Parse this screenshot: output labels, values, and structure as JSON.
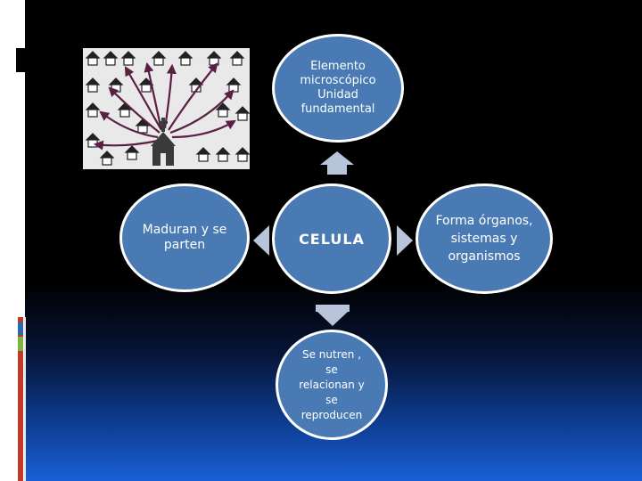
{
  "diagram": {
    "top": {
      "line1": "Elemento microscópico",
      "line2": "Unidad fundamental"
    },
    "center": {
      "label": "CELULA"
    },
    "left": {
      "label": "Maduran y se parten"
    },
    "right": {
      "label": "Forma órganos, sistemas y organismos"
    },
    "bottom": {
      "label": "Se nutren , se relacionan y se reproducen"
    }
  },
  "colors": {
    "circle_fill": "#4a7ab3",
    "arrow_fill": "#b7c4d9",
    "background_top": "#000000",
    "background_bottom": "#1a5fd6"
  },
  "icons": {
    "picture": "church-spreading-to-houses-illustration"
  }
}
